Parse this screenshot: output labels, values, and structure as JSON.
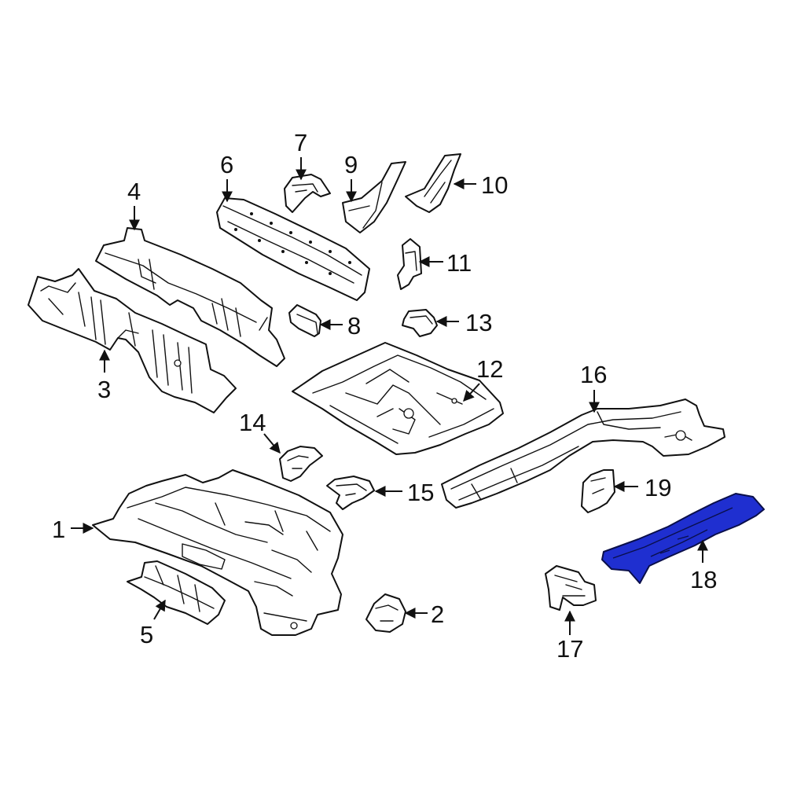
{
  "diagram": {
    "highlight_color": "#1f2fd0",
    "highlighted_part": "18",
    "callouts": [
      {
        "id": "p1",
        "label": "1"
      },
      {
        "id": "p2",
        "label": "2"
      },
      {
        "id": "p3",
        "label": "3"
      },
      {
        "id": "p4",
        "label": "4"
      },
      {
        "id": "p5",
        "label": "5"
      },
      {
        "id": "p6",
        "label": "6"
      },
      {
        "id": "p7",
        "label": "7"
      },
      {
        "id": "p8",
        "label": "8"
      },
      {
        "id": "p9",
        "label": "9"
      },
      {
        "id": "p10",
        "label": "10"
      },
      {
        "id": "p11",
        "label": "11"
      },
      {
        "id": "p12",
        "label": "12"
      },
      {
        "id": "p13",
        "label": "13"
      },
      {
        "id": "p14",
        "label": "14"
      },
      {
        "id": "p15",
        "label": "15"
      },
      {
        "id": "p16",
        "label": "16"
      },
      {
        "id": "p17",
        "label": "17"
      },
      {
        "id": "p18",
        "label": "18"
      },
      {
        "id": "p19",
        "label": "19"
      }
    ]
  }
}
